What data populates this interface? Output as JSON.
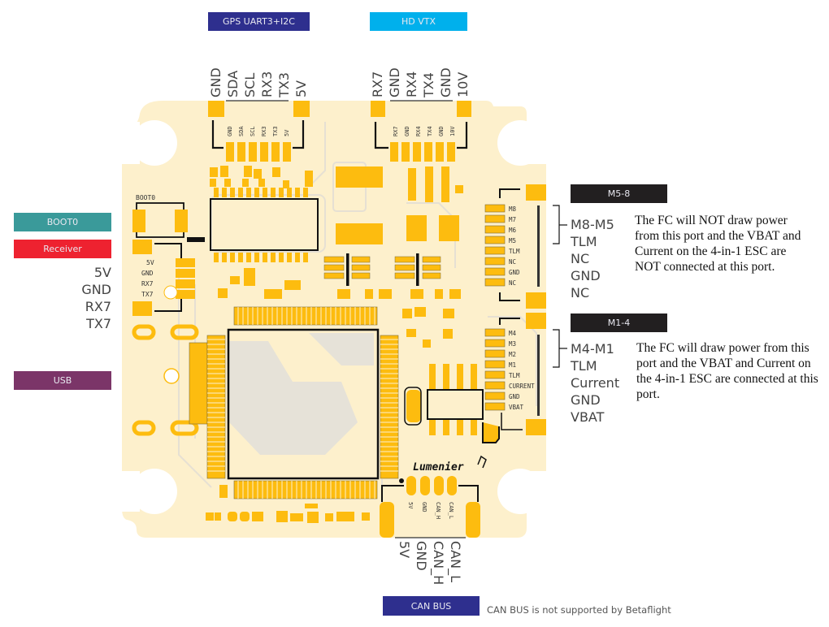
{
  "colors": {
    "board": "#fdf0cc",
    "pad": "#fdbc0f",
    "trace": "#e6e0d3",
    "silk": "#111111",
    "gps_badge": "#2e2f8e",
    "hdvtx_badge": "#00b0ec",
    "boot_badge": "#3a9a9a",
    "receiver_badge": "#ee2230",
    "usb_badge": "#7b3568",
    "motor_badge": "#221f20",
    "canbus_badge": "#2e2f8e"
  },
  "badges": {
    "gps": "GPS UART3+I2C",
    "hdvtx": "HD VTX",
    "boot": "BOOT0",
    "receiver": "Receiver",
    "usb": "USB",
    "m58": "M5-8",
    "m14": "M1-4",
    "canbus": "CAN BUS"
  },
  "gps_pins": [
    "GND",
    "SDA",
    "SCL",
    "RX3",
    "TX3",
    "5V"
  ],
  "hdvtx_pins": [
    "RX7",
    "GND",
    "RX4",
    "TX4",
    "GND",
    "10V"
  ],
  "receiver_pins": [
    "5V",
    "GND",
    "RX7",
    "TX7"
  ],
  "m58_pins": [
    "M8-M5",
    "TLM",
    "NC",
    "GND",
    "NC"
  ],
  "m14_pins": [
    "M4-M1",
    "TLM",
    "Current",
    "GND",
    "VBAT"
  ],
  "can_pins": [
    "5V",
    "GND",
    "CAN_H",
    "CAN_L"
  ],
  "notes": {
    "m58": "The FC will NOT draw power from this port and the VBAT and Current on the 4-in-1 ESC are NOT connected at this port.",
    "m14": "The FC will draw power from this port and the VBAT and Current on the 4-in-1 ESC are connected at this port.",
    "canbus": "CAN BUS is not supported by Betaflight"
  },
  "board_silk": {
    "boot": "BOOT0",
    "receiver": [
      "5V",
      "GND",
      "RX7",
      "TX7"
    ],
    "gps": [
      "GND",
      "SDA",
      "SCL",
      "RX3",
      "TX3",
      "5V"
    ],
    "hdvtx": [
      "RX7",
      "GND",
      "RX4",
      "TX4",
      "GND",
      "10V"
    ],
    "m58": [
      "M8",
      "M7",
      "M6",
      "M5",
      "TLM",
      "NC",
      "GND",
      "NC"
    ],
    "m14": [
      "M4",
      "M3",
      "M2",
      "M1",
      "TLM",
      "CURRENT",
      "GND",
      "VBAT"
    ],
    "can": [
      "5V",
      "GND",
      "CAN_H",
      "CAN_L"
    ],
    "brand": "Lumenier"
  }
}
